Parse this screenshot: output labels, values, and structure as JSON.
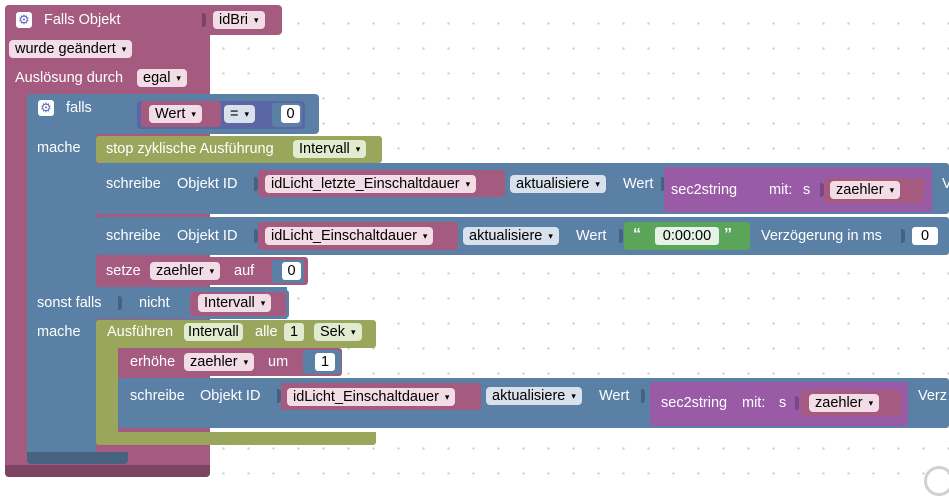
{
  "event": {
    "title": "Falls Objekt",
    "object_id": "idBri",
    "change_option": "wurde geändert",
    "trigger_label": "Auslösung durch",
    "trigger_value": "egal"
  },
  "if_block": {
    "label": "falls",
    "variable": "Wert",
    "operator": "=",
    "value": "0",
    "do_label": "mache"
  },
  "stop_interval": {
    "label": "stop zyklische Ausführung",
    "name": "Intervall"
  },
  "write1": {
    "label": "schreibe",
    "object_label": "Objekt ID",
    "object": "idLicht_letzte_Einschaltdauer",
    "mode": "aktualisiere",
    "value_label": "Wert",
    "func": "sec2string",
    "mit": "mit:",
    "param": "s",
    "arg": "zaehler",
    "trailing": "V"
  },
  "write2": {
    "label": "schreibe",
    "object_label": "Objekt ID",
    "object": "idLicht_Einschaltdauer",
    "mode": "aktualisiere",
    "value_label": "Wert",
    "text_value": "0:00:00",
    "delay_label": "Verzögerung in ms",
    "delay": "0"
  },
  "set_var": {
    "label": "setze",
    "variable": "zaehler",
    "to": "auf",
    "value": "0"
  },
  "else_if": {
    "label": "sonst falls",
    "not": "nicht",
    "variable": "Intervall",
    "do_label": "mache"
  },
  "interval": {
    "label": "Ausführen",
    "variable": "Intervall",
    "every": "alle",
    "amount": "1",
    "unit": "Sek"
  },
  "increment": {
    "label": "erhöhe",
    "variable": "zaehler",
    "by": "um",
    "value": "1"
  },
  "write3": {
    "label": "schreibe",
    "object_label": "Objekt ID",
    "object": "idLicht_Einschaltdauer",
    "mode": "aktualisiere",
    "value_label": "Wert",
    "func": "sec2string",
    "mit": "mit:",
    "param": "s",
    "arg": "zaehler",
    "trailing": "Verz"
  },
  "icons": {
    "gear": "⚙",
    "dropdown_arrow": "▾",
    "quote_open": "“",
    "quote_close": "”"
  }
}
